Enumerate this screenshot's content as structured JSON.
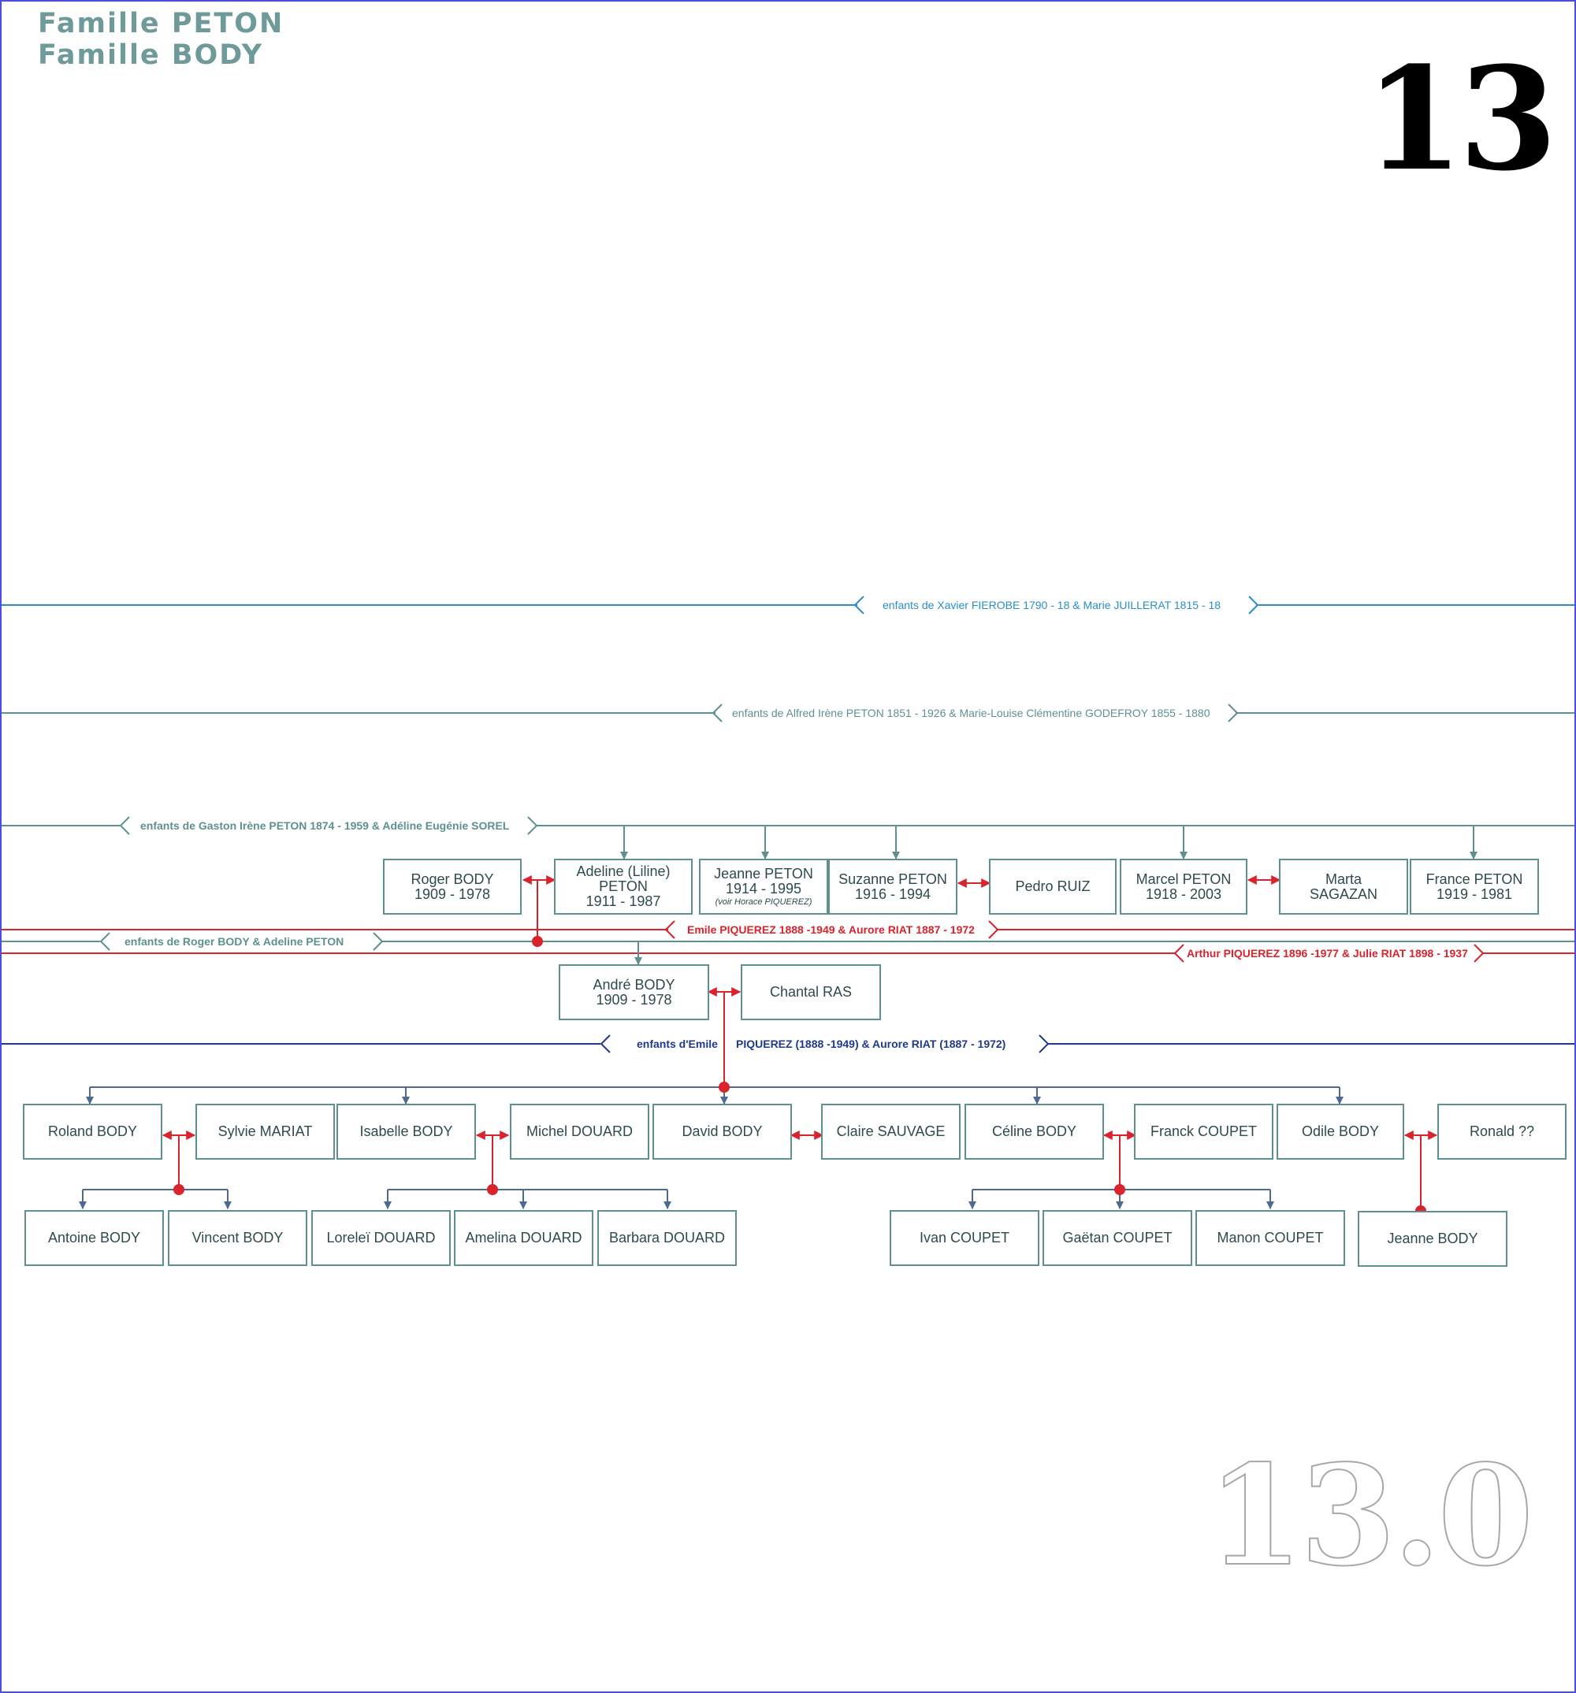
{
  "header": {
    "title_line1": "Famille PETON",
    "title_line2": "Famille BODY",
    "page_number": "13",
    "sheet_number": "13.0"
  },
  "colors": {
    "teal": "#5f9090",
    "red": "#d9232d",
    "blue": "#2a8fc8",
    "navy": "#1d3a8c",
    "slate": "#4f6a8f",
    "border": "#4a4ee0"
  },
  "lineage_labels": {
    "fierobe": "enfants de Xavier FIEROBE 1790 - 18   &  Marie JUILLERAT 1815 - 18",
    "alfred_peton": "enfants de Alfred Irène PETON 1851 - 1926 & Marie-Louise Clémentine GODEFROY 1855 - 1880",
    "gaston_peton": "enfants de Gaston Irène PETON 1874 - 1959 & Adéline Eugénie SOREL",
    "emile_piquerez": "Emile PIQUEREZ 1888 -1949 & Aurore RIAT 1887 - 1972",
    "roger_body": "enfants de Roger BODY & Adeline PETON",
    "arthur_piquerez": "Arthur PIQUEREZ 1896 -1977 & Julie RIAT 1898 - 1937",
    "emile_children_a": "enfants d'Emile",
    "emile_children_b": "PIQUEREZ (1888 -1949) & Aurore RIAT (1887 - 1972)"
  },
  "persons": {
    "roger_body": {
      "line1": "Roger  BODY",
      "line2": "1909 - 1978"
    },
    "adeline_peton": {
      "line1": "Adeline (Liline)",
      "line2": "PETON",
      "line3": "1911 - 1987"
    },
    "jeanne_peton": {
      "line1": "Jeanne PETON",
      "line2": "1914 -  1995",
      "note": "(voir Horace PIQUEREZ)"
    },
    "suzanne_peton": {
      "line1": "Suzanne PETON",
      "line2": "1916 -  1994"
    },
    "pedro_ruiz": {
      "line1": "Pedro RUIZ"
    },
    "marcel_peton": {
      "line1": "Marcel PETON",
      "line2": "1918 -  2003"
    },
    "marta_sagazan": {
      "line1": "Marta",
      "line2": "SAGAZAN"
    },
    "france_peton": {
      "line1": "France PETON",
      "line2": "1919 -  1981"
    },
    "andre_body": {
      "line1": "André BODY",
      "line2": "1909 - 1978"
    },
    "chantal_ras": {
      "line1": "Chantal RAS"
    },
    "roland_body": {
      "line1": "Roland BODY"
    },
    "sylvie_mariat": {
      "line1": "Sylvie MARIAT"
    },
    "isabelle_body": {
      "line1": "Isabelle BODY"
    },
    "michel_douard": {
      "line1": "Michel DOUARD"
    },
    "david_body": {
      "line1": "David BODY"
    },
    "claire_sauvage": {
      "line1": "Claire SAUVAGE"
    },
    "celine_body": {
      "line1": "Céline BODY"
    },
    "franck_coupet": {
      "line1": "Franck COUPET"
    },
    "odile_body": {
      "line1": "Odile BODY"
    },
    "ronald": {
      "line1": "Ronald ??"
    },
    "antoine_body": {
      "line1": "Antoine BODY"
    },
    "vincent_body": {
      "line1": "Vincent BODY"
    },
    "lorelei_douard": {
      "line1": "Loreleï DOUARD"
    },
    "amelina_douard": {
      "line1": "Amelina DOUARD"
    },
    "barbara_douard": {
      "line1": "Barbara DOUARD"
    },
    "ivan_coupet": {
      "line1": "Ivan COUPET"
    },
    "gaetan_coupet": {
      "line1": "Gaëtan COUPET"
    },
    "manon_coupet": {
      "line1": "Manon COUPET"
    },
    "jeanne_body": {
      "line1": "Jeanne BODY"
    }
  }
}
